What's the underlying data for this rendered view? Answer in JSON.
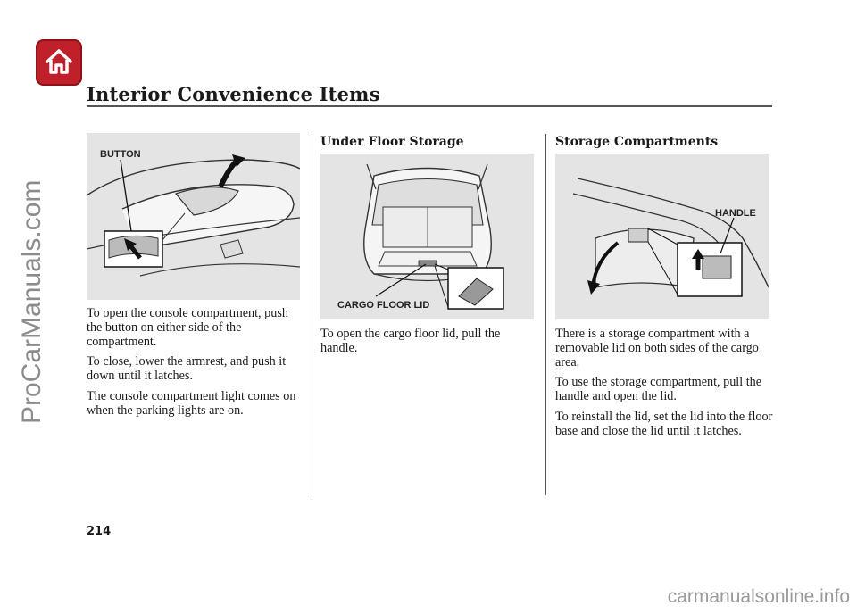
{
  "header": {
    "home_icon": "home-icon",
    "home_color": "#c0202a",
    "section_title": "Interior Convenience Items"
  },
  "col1": {
    "figure_callout": "BUTTON",
    "paragraphs": [
      "To open the console compartment, push the button on either side of the compartment.",
      "To close, lower the armrest, and push it down until it latches.",
      "The console compartment light comes on when the parking lights are on."
    ]
  },
  "col2": {
    "heading": "Under Floor Storage",
    "figure_callout": "CARGO FLOOR LID",
    "paragraphs": [
      "To open the cargo floor lid, pull the handle."
    ]
  },
  "col3": {
    "heading": "Storage Compartments",
    "figure_callout": "HANDLE",
    "paragraphs": [
      "There is a storage compartment with a removable lid on both sides of the cargo area.",
      "To use the storage compartment, pull the handle and open the lid.",
      "To reinstall the lid, set the lid into the floor base and close the lid until it latches."
    ]
  },
  "footer": {
    "page_number": "214",
    "watermark_side": "ProCarManuals.com",
    "watermark_bottom": "carmanualsonline.info"
  }
}
